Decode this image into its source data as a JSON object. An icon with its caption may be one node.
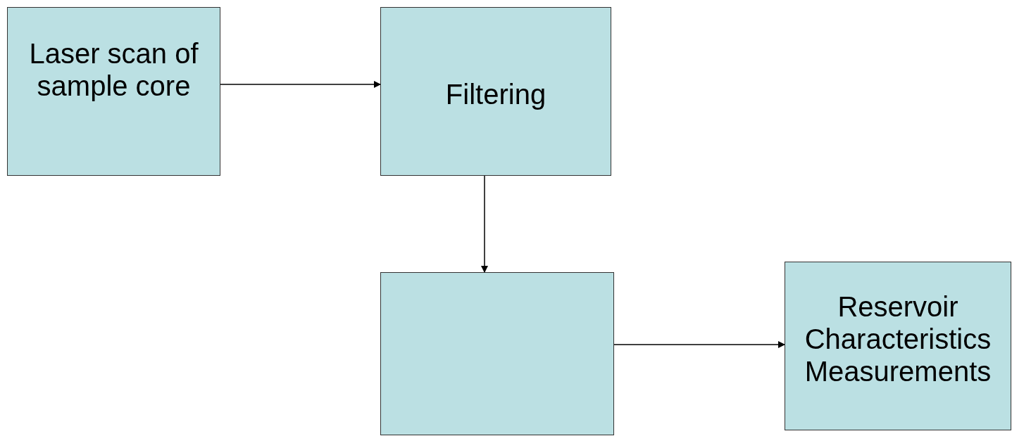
{
  "diagram": {
    "nodes": [
      {
        "text": [
          "Laser scan of sample core"
        ]
      },
      {
        "text": [
          "Filtering"
        ]
      },
      {
        "text": [],
        "shape": "box"
      },
      {
        "text": [
          "Reservoir Characteristics Measurements"
        ]
      }
    ],
    "edges": [
      {
        "from": 0,
        "to": 1,
        "arrow": "to"
      },
      {
        "from": 1,
        "to": 2,
        "arrow": "to"
      },
      {
        "from": 2,
        "to": 3,
        "arrow": "to"
      }
    ]
  }
}
